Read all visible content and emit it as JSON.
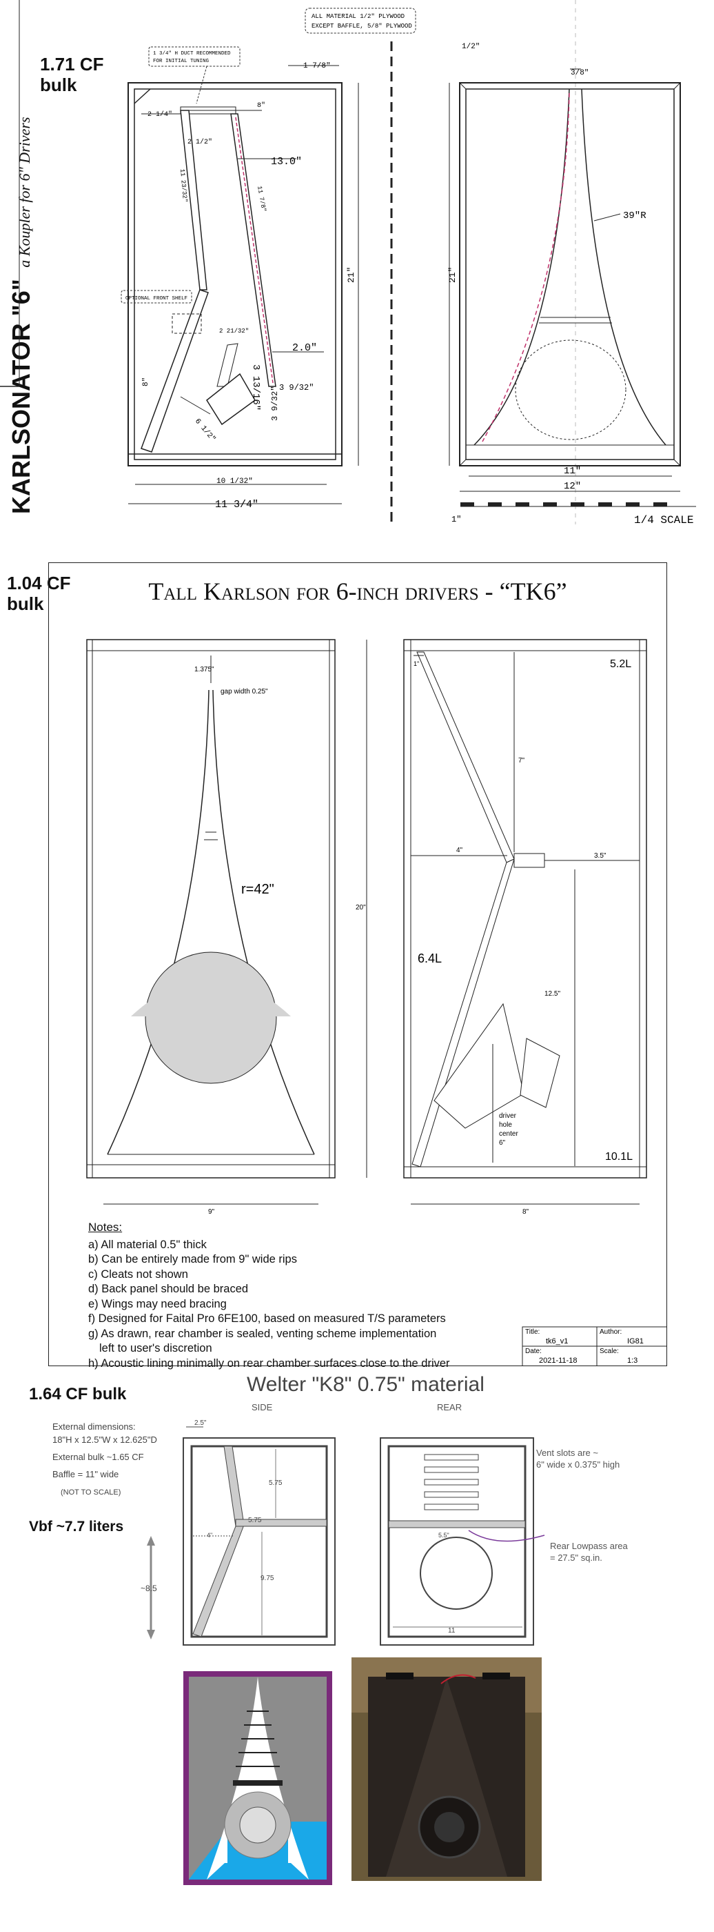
{
  "section1": {
    "bulk_label_line1": "1.71 CF",
    "bulk_label_line2": "bulk",
    "vertical_title": "KARLSONATOR \"6\"",
    "vertical_subtitle": "a Koupler for 6\" Drivers",
    "material_note_line1": "ALL MATERIAL 1/2\" PLYWOOD",
    "material_note_line2": "EXCEPT BAFFLE, 5/8\" PLYWOOD",
    "duct_note_line1": "1 3/4\" H DUCT RECOMMENDED",
    "duct_note_line2": "FOR INITIAL TUNING",
    "front_shelf_note": "OPTIONAL FRONT SHELF",
    "side_dims": {
      "top_right": "1 7/8\"",
      "eight": "8\"",
      "two_quarter": "2 1/4\"",
      "two_half": "2 1/2\"",
      "thirteen": "13.0\"",
      "eleven_seven": "11 7/8\"",
      "eleven_32": "11 23/32\"",
      "two_21": "2 21/32\"",
      "two_0": "2.0\"",
      "three_13": "3 13/16\"",
      "three_9_a": "3 9/32\"",
      "three_9_b": "3 9/32\"",
      "eight_small": "8\"",
      "six_half": "6 1/2\"",
      "height": "21\"",
      "ten": "10 1/32\"",
      "eleven_three": "11 3/4\""
    },
    "front_dims": {
      "half": "1/2\"",
      "three_eighths": "3/8\"",
      "radius": "39\"R",
      "height": "21\"",
      "eleven": "11\"",
      "twelve": "12\"",
      "one": "1\""
    },
    "scale": "1/4  SCALE"
  },
  "section2": {
    "bulk_label_line1": "1.04 CF",
    "bulk_label_line2": "bulk",
    "title": "Tall Karlson for 6-inch drivers  - “TK6”",
    "front": {
      "top_gap": "1.375\"",
      "gap_width": "gap width 0.25\"",
      "radius": "r=42\"",
      "height": "20\"",
      "width": "9\""
    },
    "side": {
      "one": "1\"",
      "v52": "5.2L",
      "seven": "7\"",
      "four": "4\"",
      "three5": "3.5\"",
      "v64": "6.4L",
      "twelve5": "12.5\"",
      "driver_line1": "driver",
      "driver_line2": "hole",
      "driver_line3": "center",
      "driver_line4": "6\"",
      "v101": "10.1L",
      "width": "8\""
    },
    "notes_heading": "Notes:",
    "notes": [
      "a) All material 0.5\" thick",
      "b) Can be entirely made from 9\" wide rips",
      "c) Cleats not shown",
      "d) Back panel should be braced",
      "e) Wings may need bracing",
      "f) Designed for Faital Pro 6FE100, based on measured T/S parameters",
      "g) As drawn, rear chamber is sealed, venting scheme implementation",
      "left to user's discretion",
      "h) Acoustic lining minimally on rear chamber surfaces close to the driver"
    ],
    "title_block": {
      "title_label": "Title:",
      "title_value": "tk6_v1",
      "author_label": "Author:",
      "author_value": "IG81",
      "date_label": "Date:",
      "date_value": "2021-11-18",
      "scale_label": "Scale:",
      "scale_value": "1:3"
    }
  },
  "section3": {
    "bulk_label": "1.64 CF bulk",
    "title": "Welter \"K8\" 0.75\" material",
    "side_label": "SIDE",
    "rear_label": "REAR",
    "ext_label": "External dimensions:",
    "ext_value": "18\"H x 12.5\"W x 12.625\"D",
    "ext_bulk": "External bulk ~1.65 CF",
    "baffle": "Baffle = 11\" wide",
    "not_to_scale": "(NOT TO SCALE)",
    "vbf": "Vbf ~7.7 liters",
    "side_dims": {
      "two5": "2.5\"",
      "five75a": "5.75",
      "five75b": "5.75",
      "four": "4\"",
      "eight5": "~8.5",
      "nine75": "9.75"
    },
    "vent_line1": "Vent slots are ~",
    "vent_line2": "6\" wide  x 0.375\" high",
    "rear_lowpass_line1": "Rear Lowpass area",
    "rear_lowpass_line2": "= 27.5\" sq.in.",
    "rear_dim": "5.5\"",
    "rear_width": "11"
  }
}
